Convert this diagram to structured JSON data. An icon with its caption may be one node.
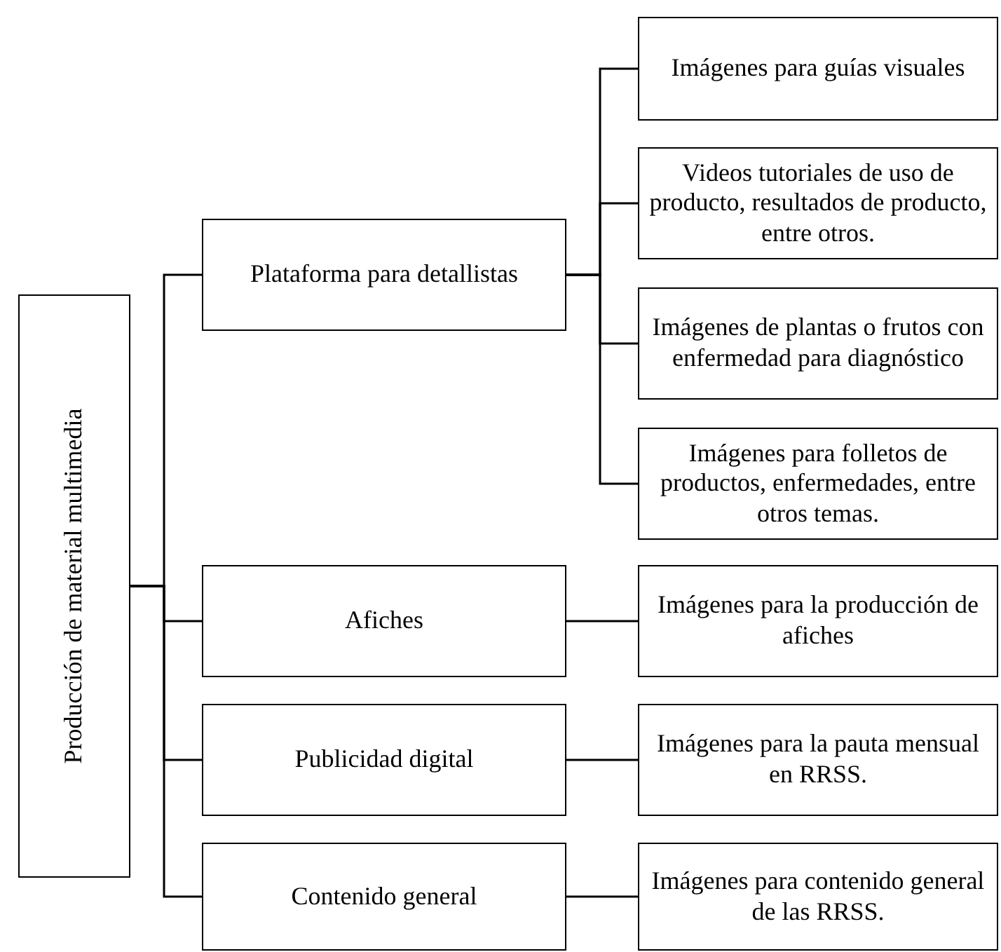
{
  "diagram": {
    "nodes": [
      {
        "text": [
          "Producción de material multimedia"
        ]
      },
      {
        "text": [
          "Plataforma para detallistas"
        ]
      },
      {
        "text": [
          "Imágenes para guías visuales"
        ]
      },
      {
        "text": [
          "Videos tutoriales de uso de producto, resultados de producto, entre otros."
        ]
      },
      {
        "text": [
          "Imágenes de plantas o frutos con enfermedad para diagnóstico"
        ]
      },
      {
        "text": [
          "Imágenes para folletos de productos, enfermedades, entre otros temas."
        ]
      },
      {
        "text": [
          "Afiches"
        ]
      },
      {
        "text": [
          "Imágenes para la producción de afiches"
        ]
      },
      {
        "text": [
          "Publicidad digital"
        ]
      },
      {
        "text": [
          "Imágenes para la pauta mensual en RRSS."
        ]
      },
      {
        "text": [
          "Contenido general"
        ]
      },
      {
        "text": [
          "Imágenes para contenido general de las RRSS."
        ]
      }
    ],
    "edges": [
      {
        "from": 0,
        "to": 1,
        "arrow": "none"
      },
      {
        "from": 0,
        "to": 6,
        "arrow": "none"
      },
      {
        "from": 0,
        "to": 8,
        "arrow": "none"
      },
      {
        "from": 0,
        "to": 10,
        "arrow": "none"
      },
      {
        "from": 1,
        "to": 2,
        "arrow": "none"
      },
      {
        "from": 1,
        "to": 3,
        "arrow": "none"
      },
      {
        "from": 1,
        "to": 4,
        "arrow": "none"
      },
      {
        "from": 1,
        "to": 5,
        "arrow": "none"
      },
      {
        "from": 6,
        "to": 7,
        "arrow": "none"
      },
      {
        "from": 8,
        "to": 9,
        "arrow": "none"
      },
      {
        "from": 10,
        "to": 11,
        "arrow": "none"
      }
    ]
  }
}
